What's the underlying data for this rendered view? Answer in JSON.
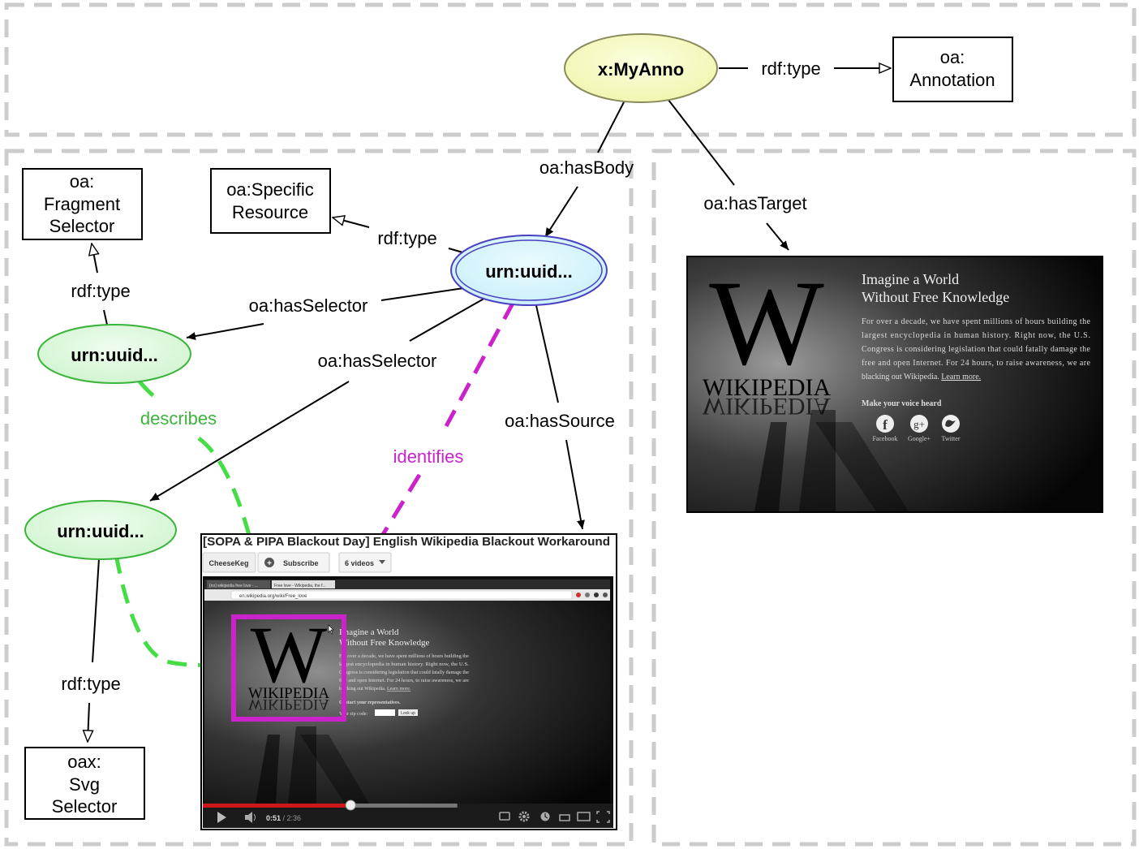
{
  "colors": {
    "region_border": "#cccccc",
    "anno_fill": "#f8fbbd",
    "anno_stroke": "#8a8a5a",
    "body_fill": "#d6f4fb",
    "body_stroke": "#4a3fc0",
    "selector_fill": "#dcf7dc",
    "selector_stroke": "#3cb43c",
    "describes": "#44dd44",
    "identifies": "#cc22cc",
    "edge": "#000000",
    "video_title_bar": "#ffffff",
    "video_bg": "#0e0e0e",
    "progress_red": "#cc1818"
  },
  "nodes": {
    "annotation": "x:MyAnno",
    "specific_resource": "urn:uuid...",
    "fragment_selector": "urn:uuid...",
    "svg_selector": "urn:uuid..."
  },
  "classes": {
    "oa_annotation": [
      "oa:",
      "Annotation"
    ],
    "oa_specific_resource": [
      "oa:Specific",
      "Resource"
    ],
    "oa_fragment_selector": [
      "oa:",
      "Fragment",
      "Selector"
    ],
    "oax_svg_selector": [
      "oax:",
      "Svg",
      "Selector"
    ]
  },
  "edges": {
    "anno_type": "rdf:type",
    "has_body": "oa:hasBody",
    "has_target": "oa:hasTarget",
    "body_type": "rdf:type",
    "has_selector_1": "oa:hasSelector",
    "has_selector_2": "oa:hasSelector",
    "has_source": "oa:hasSource",
    "frag_type": "rdf:type",
    "svg_type": "rdf:type",
    "describes": "describes",
    "identifies": "identifies"
  },
  "target_page": {
    "heading": [
      "Imagine a World",
      "Without Free Knowledge"
    ],
    "paragraph": [
      "For over a decade, we have spent millions of hours building the",
      "largest encyclopedia in human history. Right now, the U.S.",
      "Congress is considering legislation that could fatally damage the",
      "free and open Internet. For 24 hours, to raise awareness, we are",
      "blacking out Wikipedia. "
    ],
    "learn_more": "Learn more.",
    "voice": "Make your voice heard",
    "logo_letter": "W",
    "logo_word": "WIKIPEDIA",
    "social": [
      "Facebook",
      "Google+",
      "Twitter"
    ],
    "social_icons": [
      "facebook-icon",
      "google-plus-icon",
      "twitter-icon"
    ]
  },
  "video": {
    "title": "[SOPA & PIPA Blackout Day] English Wikipedia Blackout Workaround",
    "channel": "CheeseKeg",
    "subscribe": "Subscribe",
    "videos": "6 videos",
    "tab1": "(no) wikipedia free love - ...",
    "tab2": "Free love - Wikipedia, the f...",
    "url": "en.wikipedia.org/wiki/Free_love",
    "heading": [
      "Imagine a World",
      "Without Free Knowledge"
    ],
    "paragraph": [
      "For over a decade, we have spent millions of hours building the",
      "largest encyclopedia in human history. Right now, the U.S.",
      "Congress is considering legislation that could fatally damage the",
      "free and open Internet. For 24 hours, to raise awareness, we are",
      "blacking out Wikipedia. "
    ],
    "learn_more": "Learn more.",
    "contact": "Contact your representatives.",
    "zip": "Your zip code:",
    "lookup": "Look up",
    "logo_letter": "W",
    "logo_word": "WIKIPEDIA",
    "time_current": "0:51",
    "time_total": " / 2:36",
    "progress": 0.36,
    "buffered": 0.62
  }
}
